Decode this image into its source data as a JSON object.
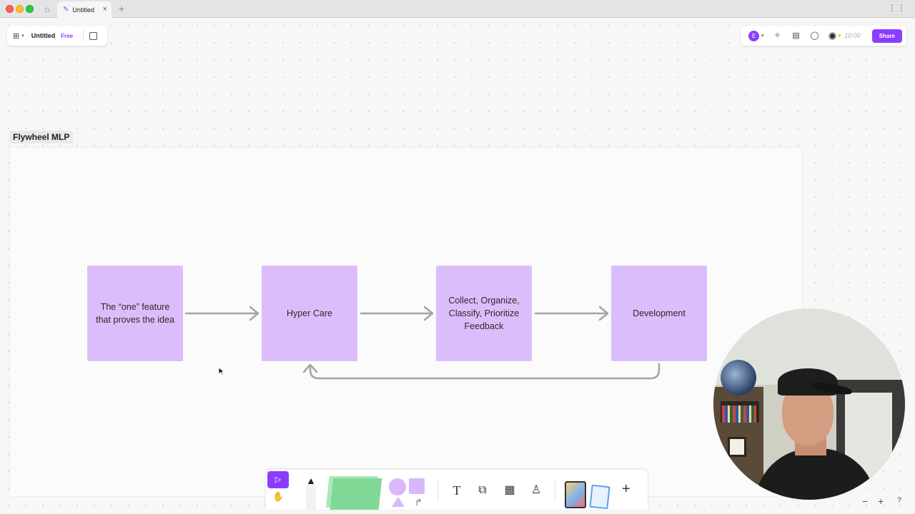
{
  "browser": {
    "tab_title": "Untitled",
    "close_glyph": "×",
    "new_tab_glyph": "+",
    "menu_glyph": "⋮⋮",
    "home_glyph": "⌂",
    "tab_glyph": "✎"
  },
  "left_toolbar": {
    "logo_glyph": "⊞",
    "caret": "▾",
    "file_name": "Untitled",
    "plan_badge": "Free"
  },
  "right_toolbar": {
    "avatar_initial": "E",
    "caret": "▾",
    "reactions_glyph": "✧",
    "layout_glyph": "▤",
    "comment_glyph": "◯",
    "timer_glyph": "✦",
    "timer_text": "10:00",
    "share_label": "Share"
  },
  "frame": {
    "title": "Flywheel MLP"
  },
  "stickies": [
    {
      "text": "The “one” feature that proves the idea"
    },
    {
      "text": "Hyper Care"
    },
    {
      "text": "Collect, Organize, Classify, Prioritize Feedback"
    },
    {
      "text": "Development"
    }
  ],
  "bottom_toolbar": {
    "select_glyph": "▷",
    "hand_glyph": "✋",
    "connector_glyph": "↱",
    "text_glyph": "T",
    "section_glyph": "⧉",
    "table_glyph": "▦",
    "stamp_glyph": "♙",
    "plus_glyph": "+"
  },
  "zoom": {
    "out_glyph": "−",
    "in_glyph": "+",
    "help_glyph": "?"
  },
  "colors": {
    "accent": "#8b3dff",
    "sticky_purple": "#dcbdfb",
    "connector": "#a3a3a3"
  }
}
